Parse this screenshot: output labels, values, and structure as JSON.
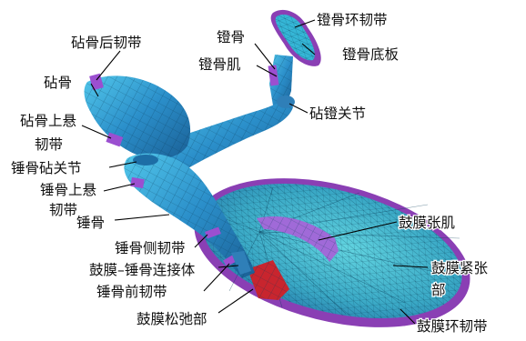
{
  "diagram": {
    "labels": {
      "stapes_annular_ligament": "镫骨环韧带",
      "stapes": "镫骨",
      "stapes_footplate": "镫骨底板",
      "stapedius_muscle": "镫骨肌",
      "posterior_incudal_ligament": "砧骨后韧带",
      "incus": "砧骨",
      "incudostapedial_joint": "砧镫关节",
      "superior_incudal_ligament": "砧骨上悬\n韧带",
      "incudomalleolar_joint": "锤骨砧关节",
      "superior_malleolar_ligament": "锤骨上悬\n韧带",
      "malleus": "锤骨",
      "tensor_tympani": "鼓膜张肌",
      "lateral_malleolar_ligament": "锤骨侧韧带",
      "pars_tensa": "鼓膜紧张\n部",
      "tm_malleus_connection": "鼓膜–锤骨连接体",
      "anterior_malleolar_ligament": "锤骨前韧带",
      "pars_flaccida": "鼓膜松弛部",
      "tympanic_annulus": "鼓膜环韧带"
    },
    "colors": {
      "bone": "#2a8fc9",
      "bone_light": "#4cc6e6",
      "membrane": "#3bb0c4",
      "membrane_rim": "#8a3fb4",
      "ligament": "#9b4fd0",
      "pars_flaccida": "#c8252e",
      "muscle": "#a06ad8"
    }
  }
}
